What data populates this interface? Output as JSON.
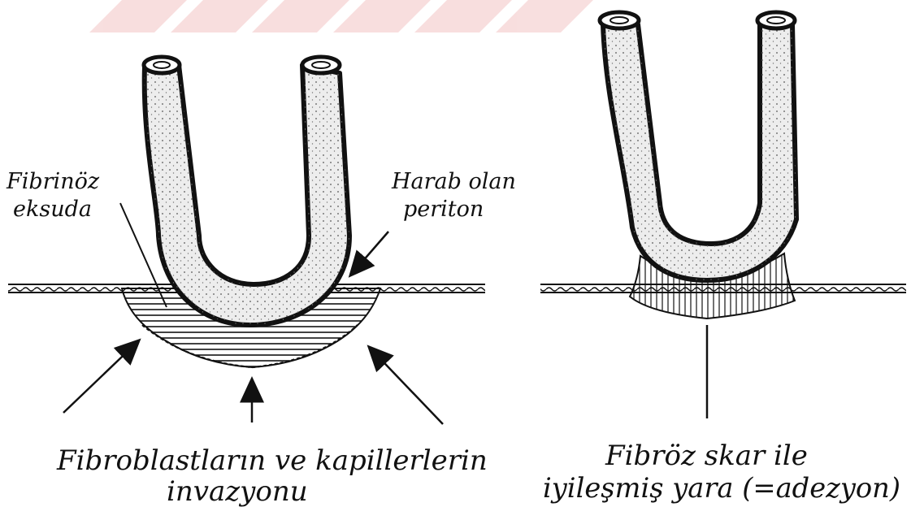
{
  "colors": {
    "ink": "#111111",
    "tube_fill": "#ededed",
    "watermark": "#f3c4c4",
    "paper": "#ffffff"
  },
  "left_panel": {
    "label_fibrinoz_line1": "Fibrinöz",
    "label_fibrinoz_line2": "eksuda",
    "label_harab_line1": "Harab olan",
    "label_harab_line2": "periton",
    "caption_line1": "Fibroblastların ve kapillerlerin",
    "caption_line2": "invazyonu"
  },
  "right_panel": {
    "caption_line1": "Fibröz skar ile",
    "caption_line2": "iyileşmiş yara (=adezyon)"
  },
  "icons": [
    "u-shaped-intestine-icon",
    "peritoneum-line-icon",
    "arrow-icon"
  ]
}
